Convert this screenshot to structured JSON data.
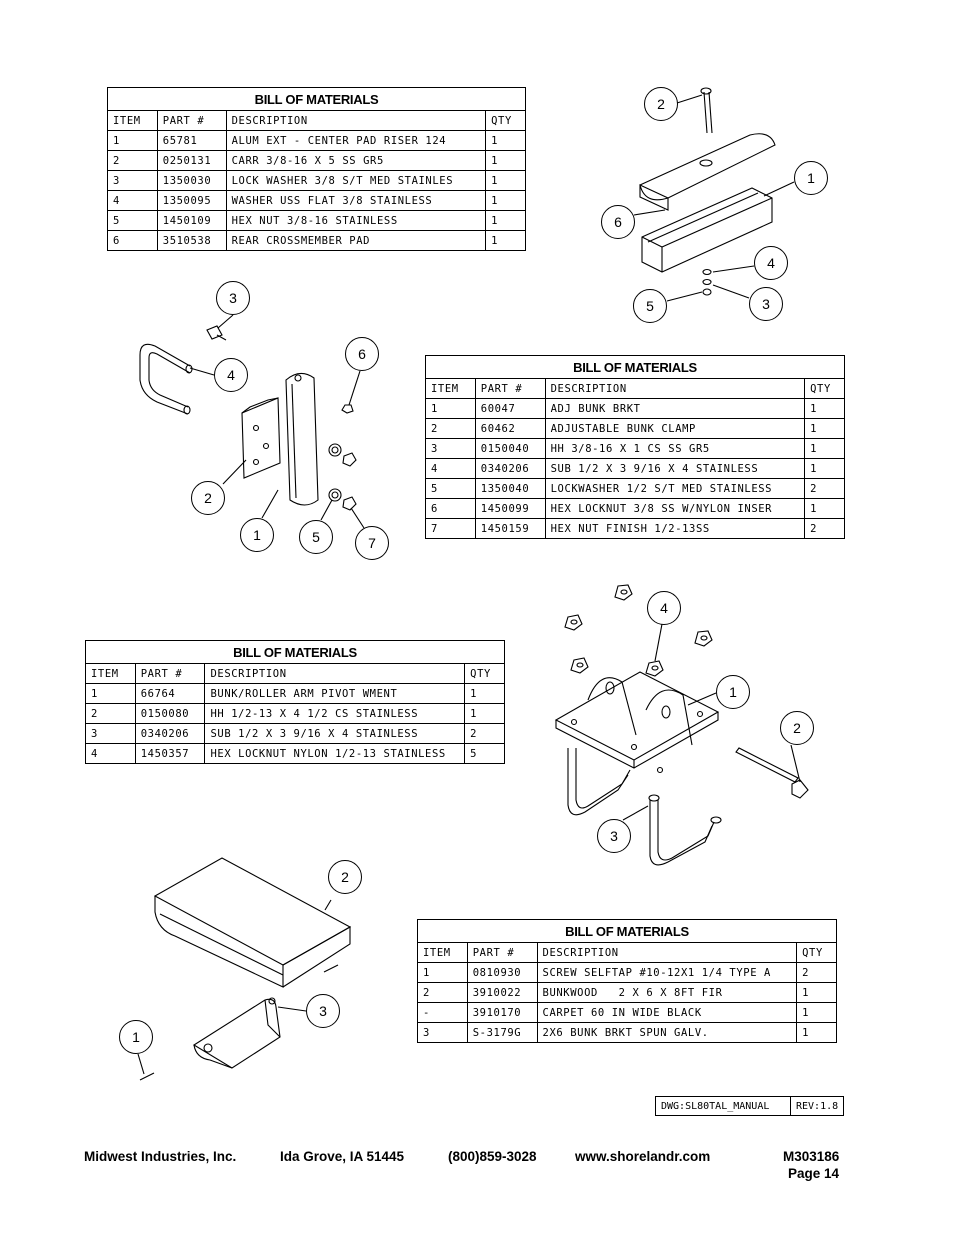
{
  "bom_title": "BILL OF MATERIALS",
  "bom_columns": {
    "item": "ITEM",
    "part": "PART #",
    "desc": "DESCRIPTION",
    "qty": "QTY"
  },
  "bom1": {
    "rows": [
      [
        "1",
        "65781",
        "ALUM EXT - CENTER PAD RISER 124",
        "1"
      ],
      [
        "2",
        "0250131",
        "CARR 3/8-16 X 5 SS GR5",
        "1"
      ],
      [
        "3",
        "1350030",
        "LOCK WASHER 3/8 S/T MED STAINLES",
        "1"
      ],
      [
        "4",
        "1350095",
        "WASHER USS FLAT 3/8 STAINLESS",
        "1"
      ],
      [
        "5",
        "1450109",
        "HEX NUT 3/8-16 STAINLESS",
        "1"
      ],
      [
        "6",
        "3510538",
        "REAR CROSSMEMBER PAD",
        "1"
      ]
    ]
  },
  "bom2": {
    "rows": [
      [
        "1",
        "60047",
        "ADJ BUNK BRKT",
        "1"
      ],
      [
        "2",
        "60462",
        "ADJUSTABLE BUNK CLAMP",
        "1"
      ],
      [
        "3",
        "0150040",
        "HH 3/8-16 X 1 CS SS GR5",
        "1"
      ],
      [
        "4",
        "0340206",
        "SUB 1/2 X 3 9/16 X 4 STAINLESS",
        "1"
      ],
      [
        "5",
        "1350040",
        "LOCKWASHER 1/2 S/T MED STAINLESS",
        "2"
      ],
      [
        "6",
        "1450099",
        "HEX LOCKNUT 3/8 SS W/NYLON INSER",
        "1"
      ],
      [
        "7",
        "1450159",
        "HEX NUT FINISH 1/2-13SS",
        "2"
      ]
    ]
  },
  "bom3": {
    "rows": [
      [
        "1",
        "66764",
        "BUNK/ROLLER ARM PIVOT WMENT",
        "1"
      ],
      [
        "2",
        "0150080",
        "HH 1/2-13 X 4 1/2 CS STAINLESS",
        "1"
      ],
      [
        "3",
        "0340206",
        "SUB 1/2 X 3 9/16 X 4 STAINLESS",
        "2"
      ],
      [
        "4",
        "1450357",
        "HEX LOCKNUT NYLON 1/2-13 STAINLESS",
        "5"
      ]
    ]
  },
  "bom4": {
    "rows": [
      [
        "1",
        "0810930",
        "SCREW SELFTAP #10-12X1 1/4 TYPE A",
        "2"
      ],
      [
        "2",
        "3910022",
        "BUNKWOOD   2 X 6 X 8FT FIR",
        "1"
      ],
      [
        "-",
        "3910170",
        "CARPET 60 IN WIDE BLACK",
        "1"
      ],
      [
        "3",
        "S-3179G",
        "2X6 BUNK BRKT SPUN GALV.",
        "1"
      ]
    ]
  },
  "callouts": {
    "d1": [
      "2",
      "1",
      "6",
      "4",
      "5",
      "3"
    ],
    "d2": [
      "3",
      "4",
      "6",
      "2",
      "1",
      "5",
      "7"
    ],
    "d3": [
      "4",
      "1",
      "2",
      "3"
    ],
    "d4": [
      "2",
      "3",
      "1"
    ]
  },
  "drawing_info": {
    "dwg": "DWG:SL80TAL_MANUAL",
    "rev": "REV:1.8"
  },
  "footer": {
    "company": "Midwest Industries, Inc.",
    "city": "Ida Grove, IA  51445",
    "phone": "(800)859-3028",
    "website": "www.shorelandr.com",
    "doc_number": "M303186",
    "page": "Page 14"
  }
}
